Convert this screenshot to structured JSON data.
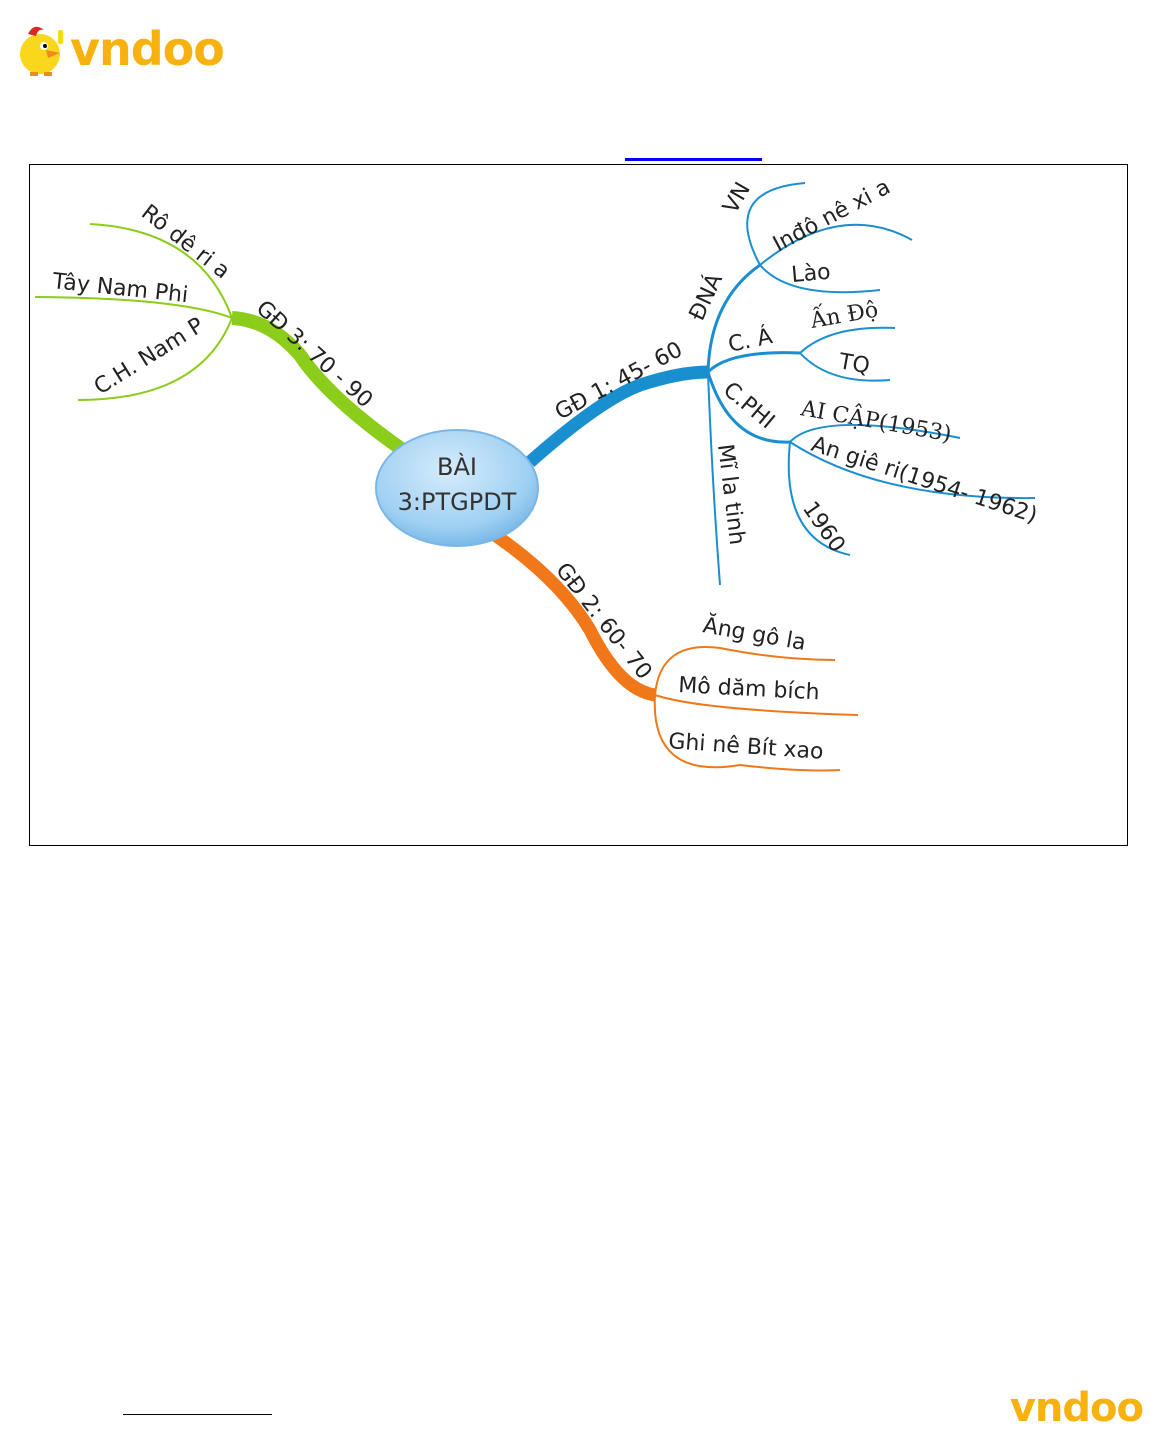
{
  "header": {
    "logo_text": "vndoo"
  },
  "footer": {
    "logo_text": "vndoo"
  },
  "mindmap": {
    "center": {
      "line1": "BÀI",
      "line2": "3:PTGPDT"
    },
    "colors": {
      "stage1": "#1a8fd0",
      "stage2": "#f07818",
      "stage3": "#8ccc1a",
      "center": "#9fd0f3"
    },
    "stage1": {
      "label": "GĐ 1: 45- 60",
      "dna": {
        "label": "ĐNÁ",
        "children": [
          "VN",
          "Inđô nê xi a",
          "Lào"
        ]
      },
      "ca": {
        "label": "C. Á",
        "children": [
          "Ấn Độ",
          "TQ"
        ]
      },
      "cphi": {
        "label": "C.PHI",
        "children": [
          "AI CẬP(1953)",
          "An giê ri(1954- 1962)",
          "1960"
        ]
      },
      "mlt": {
        "label": "Mĩ la tinh"
      }
    },
    "stage2": {
      "label": "GĐ 2: 60- 70",
      "children": [
        "Ăng gô la",
        "Mô dăm bích",
        "Ghi nê Bít xao"
      ]
    },
    "stage3": {
      "label": "GĐ 3: 70 - 90",
      "children": [
        "Rô dê ri a",
        "Tây Nam Phi",
        "C.H. Nam P"
      ]
    }
  }
}
